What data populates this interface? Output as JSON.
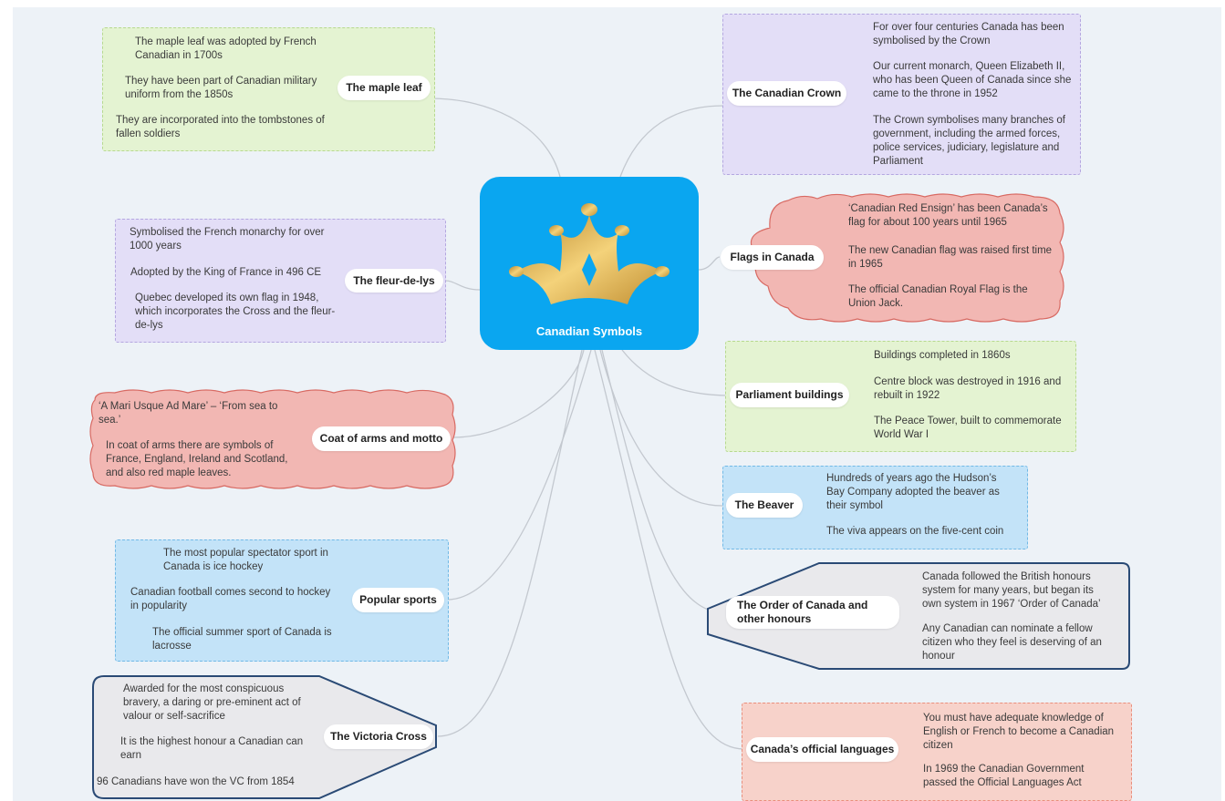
{
  "central": {
    "title": "Canadian Symbols",
    "icon": "crown-icon",
    "color": "#0aa6f0"
  },
  "colors": {
    "purple": "#e3def7",
    "green": "#e4f3d2",
    "red": "#f2b7b3",
    "blue": "#c3e3f8",
    "gray": "#e9e9ec",
    "salmon": "#f7d2ca",
    "link": "#c3c8cf"
  },
  "topics": {
    "maple": {
      "title": "The maple leaf",
      "items": [
        "The maple leaf was adopted by French Canadian in 1700s",
        "They have been part of Canadian military uniform from the 1850s",
        "They are incorporated into the tombstones of fallen soldiers"
      ]
    },
    "fleur": {
      "title": "The fleur-de-lys",
      "items": [
        "Symbolised the French monarchy for over 1000 years",
        "Adopted by the King of France in 496 CE",
        "Quebec developed its own flag in 1948, which incorporates the Cross and the fleur-de-lys"
      ]
    },
    "coat": {
      "title": "Coat of arms and motto",
      "items": [
        "‘A Mari Usque Ad Mare’ – ‘From sea to sea.’",
        "In coat of arms there are symbols of France, England,  Ireland and Scotland, and also red maple leaves."
      ]
    },
    "sports": {
      "title": "Popular sports",
      "items": [
        "The most popular spectator sport in Canada is ice hockey",
        "Canadian football comes second to hockey in popularity",
        "The official summer sport of Canada is lacrosse"
      ]
    },
    "victoria": {
      "title": "The Victoria Cross",
      "items": [
        "Awarded for the most conspicuous bravery, a daring or pre-eminent act of valour or self-sacrifice",
        "It is the highest honour a Canadian can earn",
        "96 Canadians have won the VC from 1854"
      ]
    },
    "crown": {
      "title": "The Canadian Crown",
      "items": [
        "For over four centuries Canada has been symbolised by the Crown",
        "Our current monarch, Queen Elizabeth II, who has been Queen of Canada since she came to the throne in 1952",
        "The Crown symbolises many branches of government, including the armed forces, police services, judiciary, legislature and Parliament"
      ]
    },
    "flags": {
      "title": "Flags in Canada",
      "items": [
        "‘Canadian Red Ensign’ has been Canada’s flag for about 100 years until 1965",
        "The new Canadian flag was raised first time in 1965",
        "The official Canadian Royal Flag is the Union Jack."
      ]
    },
    "parliament": {
      "title": "Parliament buildings",
      "items": [
        "Buildings completed in 1860s",
        "Centre block was destroyed in 1916 and rebuilt in 1922",
        "The Peace Tower, built to commemorate World War I"
      ]
    },
    "beaver": {
      "title": "The Beaver",
      "items": [
        "Hundreds of years ago the Hudson’s Bay Company adopted the beaver as their symbol",
        "The viva appears on the five-cent coin"
      ]
    },
    "order": {
      "title": "The Order of Canada and other honours",
      "items": [
        "Canada followed the British honours system for many years, but began its own system in 1967 ‘Order of Canada’",
        "Any Canadian can nominate a fellow citizen who they feel is deserving of an honour"
      ]
    },
    "languages": {
      "title": "Canada’s official languages",
      "items": [
        "You must have adequate knowledge of English or French to become a Canadian citizen",
        "In 1969 the Canadian Government passed the Official Languages Act"
      ]
    }
  }
}
